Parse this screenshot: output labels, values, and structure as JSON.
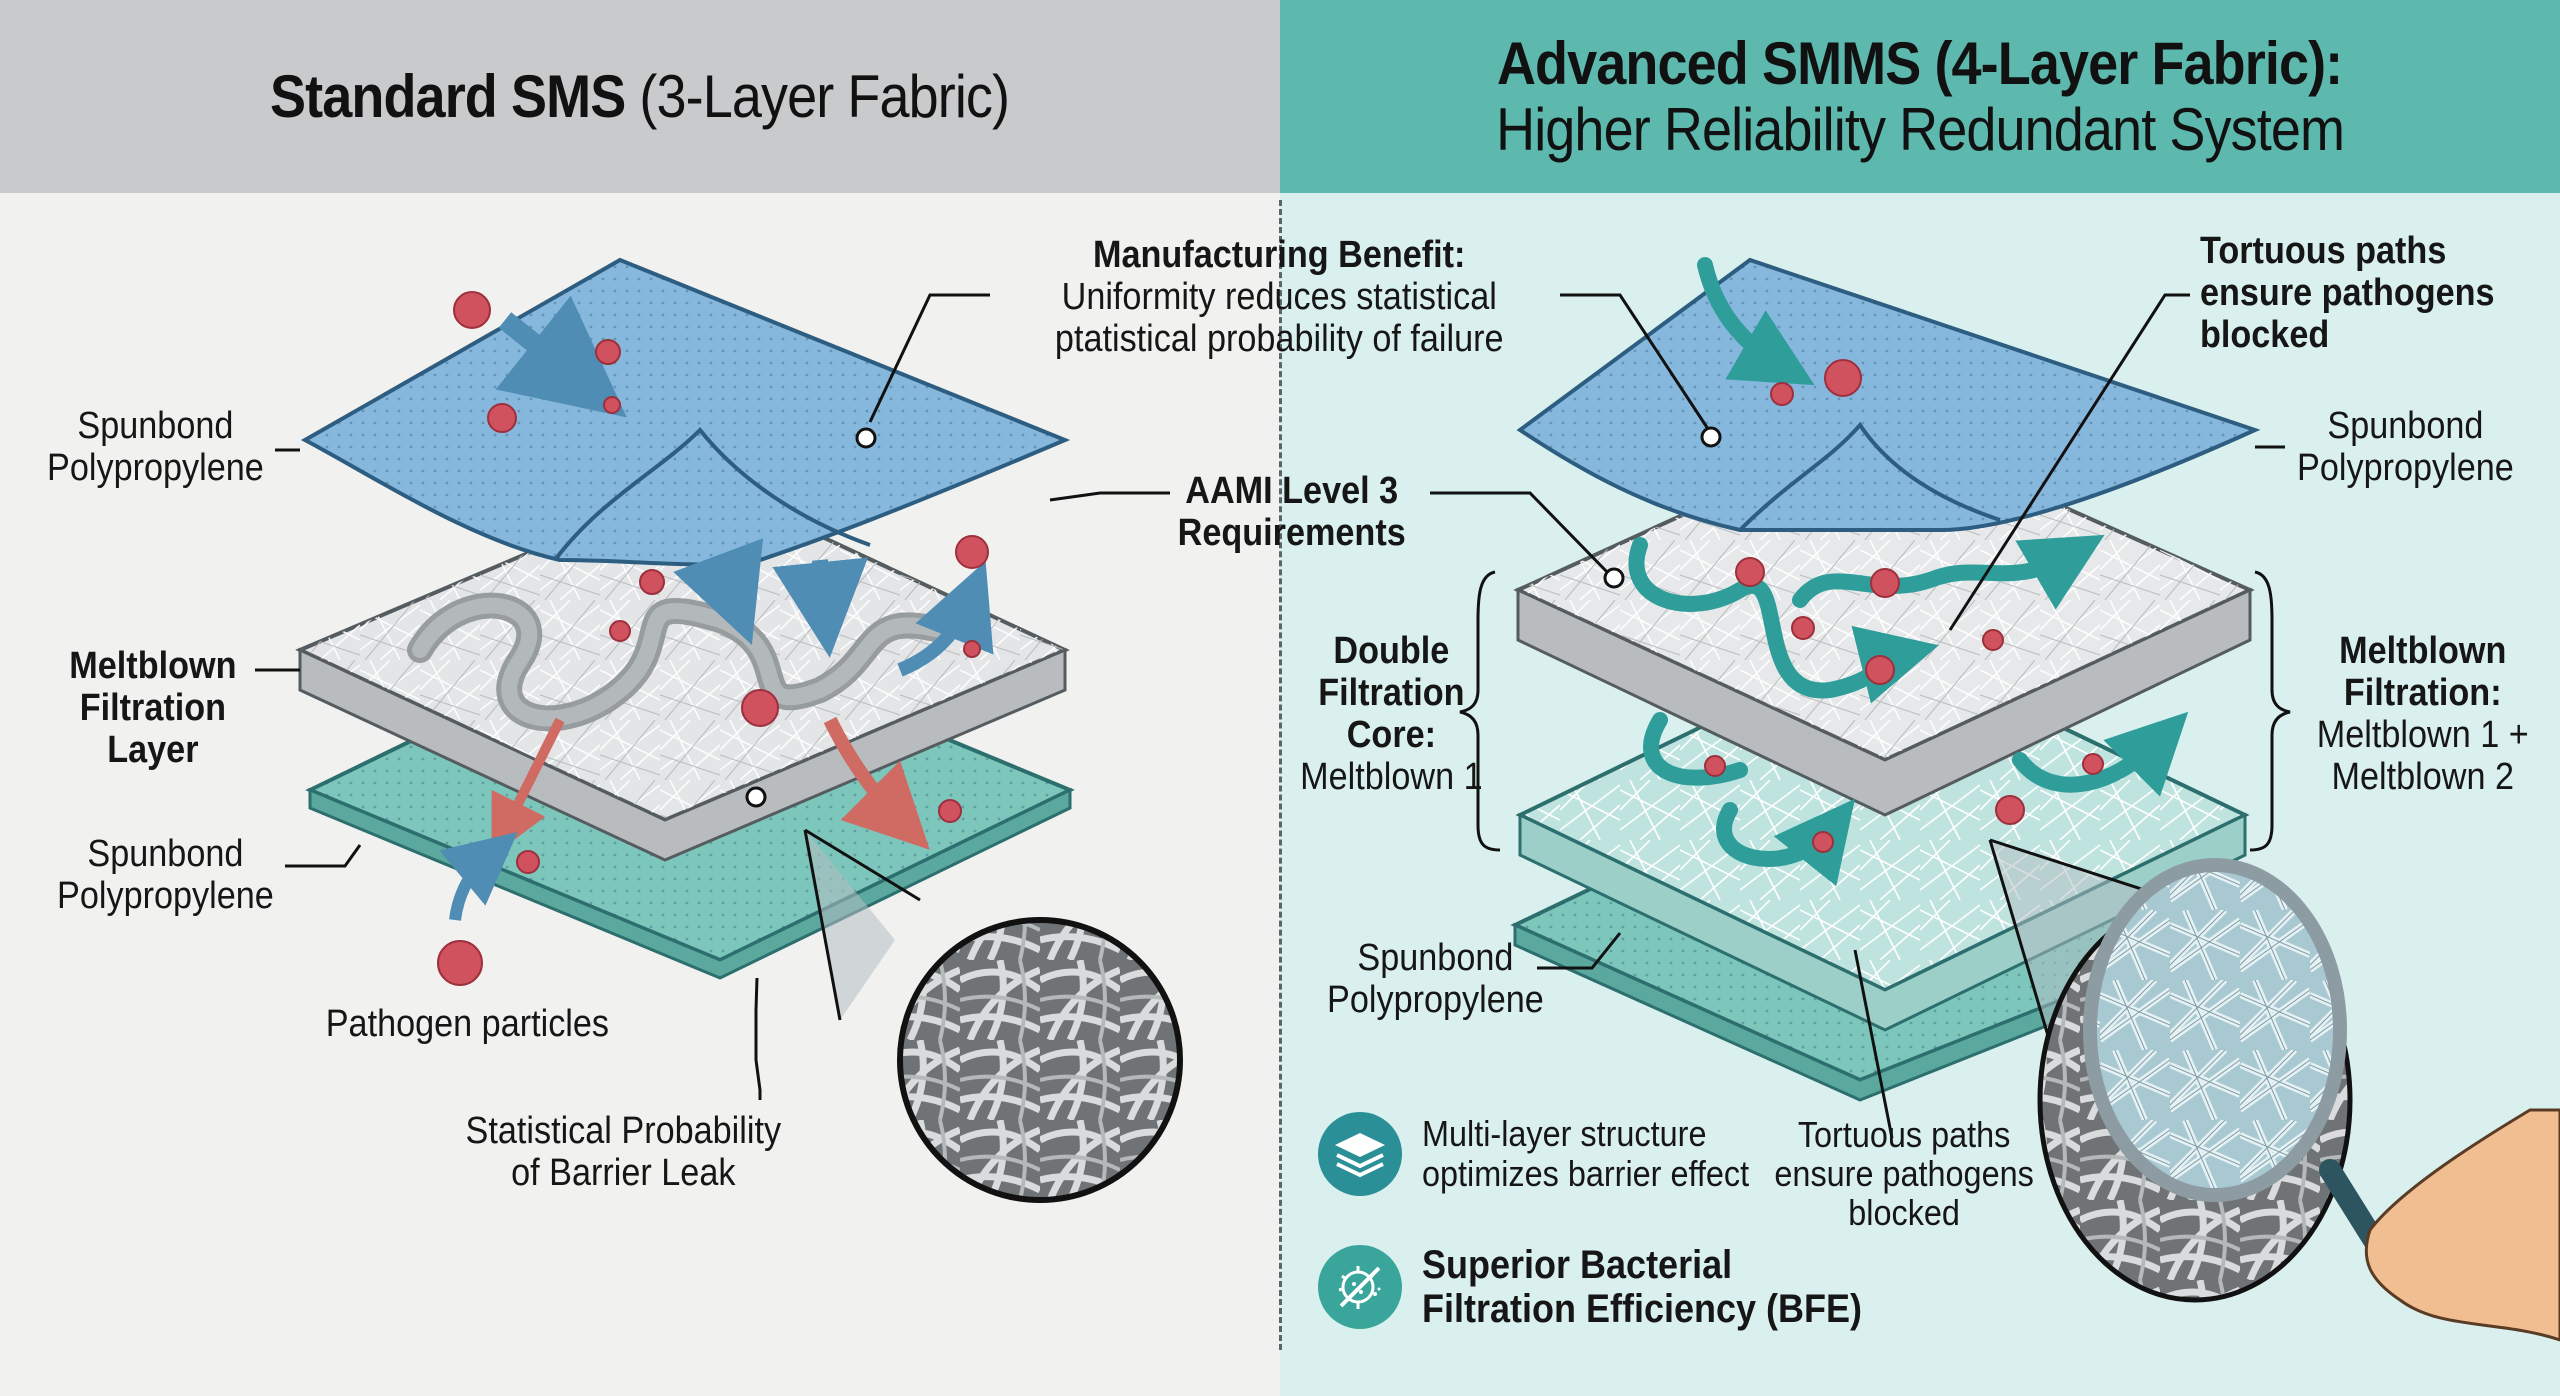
{
  "header": {
    "left": {
      "title_bold": "Standard SMS",
      "title_normal": " (3-Layer Fabric)"
    },
    "right": {
      "line1": "Advanced SMMS (4-Layer Fabric):",
      "line2": "Higher Reliability Redundant System"
    }
  },
  "colors": {
    "left_header_bg": "#c9cacc",
    "right_header_bg": "#5db8ae",
    "right_panel_bg": "#d9f0ee",
    "spunbond_blue": "#7fb1d6",
    "spunbond_teal": "#77c4b8",
    "meltblown_gray": "#d9dbdc",
    "pathogen_red": "#d0525e",
    "path_arrow_teal": "#2f9e9a",
    "icon_circle": "#2a8f96"
  },
  "left": {
    "labels": {
      "spunbond_top": [
        "Spunbond",
        "Polypropylene"
      ],
      "meltblown": [
        "Meltblown",
        "Filtration",
        "Layer"
      ],
      "spunbond_bottom": [
        "Spunbond",
        "Polypropylene"
      ],
      "pathogen": "Pathogen particles",
      "leak": [
        "Statistical Probability",
        "of Barrier Leak"
      ]
    },
    "layers": [
      "Spunbond Polypropylene",
      "Meltblown Filtration Layer",
      "Spunbond Polypropylene"
    ],
    "magnifier": "SEM fiber close-up"
  },
  "center": {
    "manufacturing": {
      "title": "Manufacturing Benefit:",
      "line1": "Uniformity reduces statistical",
      "line2": "ptatistical probability of failure"
    },
    "aami": {
      "line1": "AAMI Level 3",
      "line2": "Requirements"
    }
  },
  "right": {
    "labels": {
      "tortuous_top": [
        "Tortuous paths",
        "ensure pathogens",
        "blocked"
      ],
      "spunbond_top": [
        "Spunbond",
        "Polypropylene"
      ],
      "double_core": {
        "bold": [
          "Double",
          "Filtration",
          "Core:"
        ],
        "normal": "Meltblown 1"
      },
      "meltblown_filtration": {
        "bold": [
          "Meltblown",
          "Filtration:"
        ],
        "normal": [
          "Meltblown 1 +",
          "Meltblown 2"
        ]
      },
      "spunbond_bottom": [
        "Spunbond",
        "Polypropylene"
      ],
      "tortuous_bottom": [
        "Tortuous paths",
        "ensure pathogens",
        "blocked"
      ]
    },
    "layers": [
      "Spunbond Polypropylene",
      "Meltblown 1",
      "Meltblown 2",
      "Spunbond Polypropylene"
    ],
    "features": [
      {
        "icon": "layers-icon",
        "lines": [
          "Multi-layer structure",
          "optimizes barrier effect"
        ]
      },
      {
        "icon": "no-bacteria-icon",
        "lines": [
          "Superior Bacterial",
          "Filtration Efficiency (BFE)"
        ]
      }
    ],
    "magnifier": "Magnifying glass over fiber mesh"
  }
}
